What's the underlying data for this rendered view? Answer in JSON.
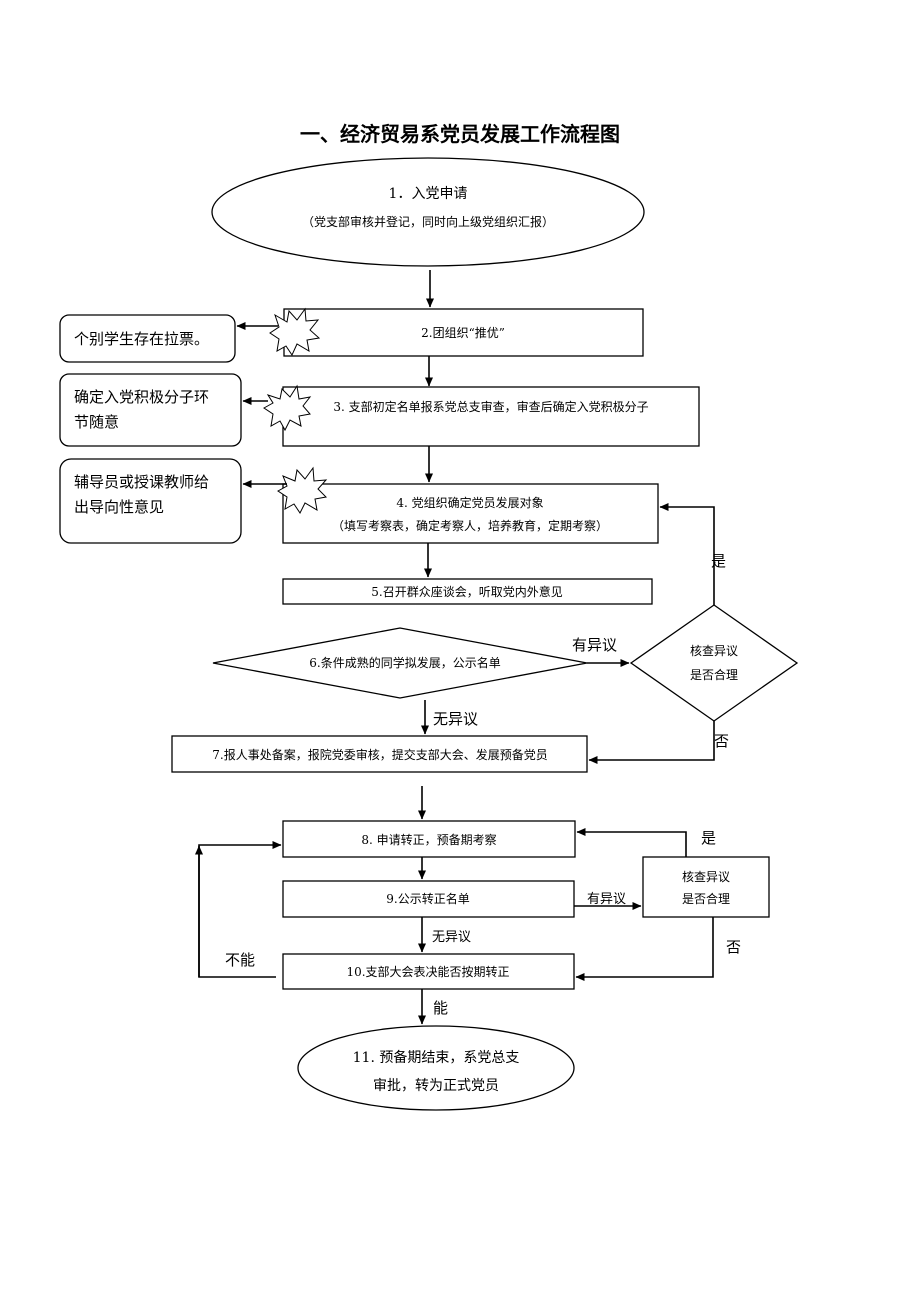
{
  "title": "一、经济贸易系党员发展工作流程图",
  "nodes": {
    "n1_line1": "1．入党申请",
    "n1_line2": "（党支部审核并登记，同时向上级党组织汇报）",
    "n2": "2.团组织“推优”",
    "n3": "3. 支部初定名单报系党总支审查，审查后确定入党积极分子",
    "n4_line1": "4. 党组织确定党员发展对象",
    "n4_line2": "（填写考察表，确定考察人，培养教育，定期考察）",
    "n5": "5.召开群众座谈会，听取党内外意见",
    "n6": "6.条件成熟的同学拟发展，公示名单",
    "n7": "7.报人事处备案，报院党委审核，提交支部大会、发展预备党员",
    "n8": "8.  申请转正，预备期考察",
    "n9": "9.公示转正名单",
    "n10": "10.支部大会表决能否按期转正",
    "n11_line1": "11. 预备期结束，系党总支",
    "n11_line2": "审批，转为正式党员",
    "check1_line1": "核查异议",
    "check1_line2": "是否合理",
    "check2_line1": "核查异议",
    "check2_line2": "是否合理"
  },
  "notes": {
    "note1": "个别学生存在拉票。",
    "note2_line1": "确定入党积极分子环",
    "note2_line2": "节随意",
    "note3_line1": "辅导员或授课教师给",
    "note3_line2": "出导向性意见"
  },
  "edge_labels": {
    "objection1": "有异议",
    "no_objection1": "无异议",
    "yes1": "是",
    "no1": "否",
    "objection2": "有异议",
    "no_objection2": "无异议",
    "yes2": "是",
    "no2": "否",
    "can": "能",
    "cannot": "不能"
  }
}
